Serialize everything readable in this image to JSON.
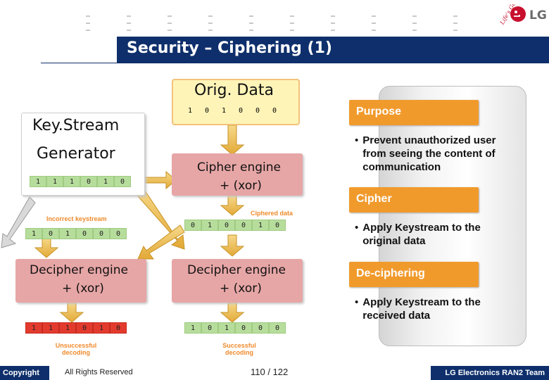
{
  "header": {
    "title": "Security – Ciphering (1)",
    "logo_text": "LG",
    "logo_slogan": "Life's Good"
  },
  "left": {
    "keystream_generator_line1": "Key.Stream",
    "keystream_generator_line2": "Generator",
    "keystream_bits": [
      "1",
      "1",
      "1",
      "0",
      "1",
      "0"
    ],
    "incorrect_label": "Incorrect keystream",
    "incorrect_bits": [
      "1",
      "0",
      "1",
      "0",
      "0",
      "0"
    ],
    "decipher_engine": "Decipher engine",
    "decipher_op": "+ (xor)",
    "unsuccessful_bits": [
      "1",
      "1",
      "1",
      "0",
      "1",
      "0"
    ],
    "unsuccessful_label_line1": "Unsuccessful",
    "unsuccessful_label_line2": "decoding"
  },
  "center": {
    "orig_data_title": "Orig. Data",
    "orig_bits": [
      "1",
      "0",
      "1",
      "0",
      "0",
      "0"
    ],
    "cipher_engine": "Cipher engine",
    "cipher_op": "+ (xor)",
    "ciphered_label": "Ciphered data",
    "ciphered_bits": [
      "0",
      "1",
      "0",
      "0",
      "1",
      "0"
    ],
    "decipher_engine": "Decipher engine",
    "decipher_op": "+ (xor)",
    "result_bits": [
      "1",
      "0",
      "1",
      "0",
      "0",
      "0"
    ],
    "successful_label_line1": "Successful",
    "successful_label_line2": "decoding"
  },
  "right": {
    "purpose_tag": "Purpose",
    "purpose_bullet": "Prevent unauthorized user from seeing the content of communication",
    "cipher_tag": "Cipher",
    "cipher_bullet": "Apply Keystream to the original data",
    "decipher_tag": "De-ciphering",
    "decipher_bullet": "Apply Keystream to the received data"
  },
  "footer": {
    "copyright": "Copyright",
    "rights": "All Rights Reserved",
    "page": "110 / 122",
    "team": "LG Electronics RAN2 Team"
  },
  "colors": {
    "navy": "#0e2f6b",
    "orange": "#f19a2c",
    "pink": "#e7a6a6",
    "green_bit": "#b7dd9c",
    "red_bit": "#e23b2e",
    "lg_red": "#c8102e"
  }
}
